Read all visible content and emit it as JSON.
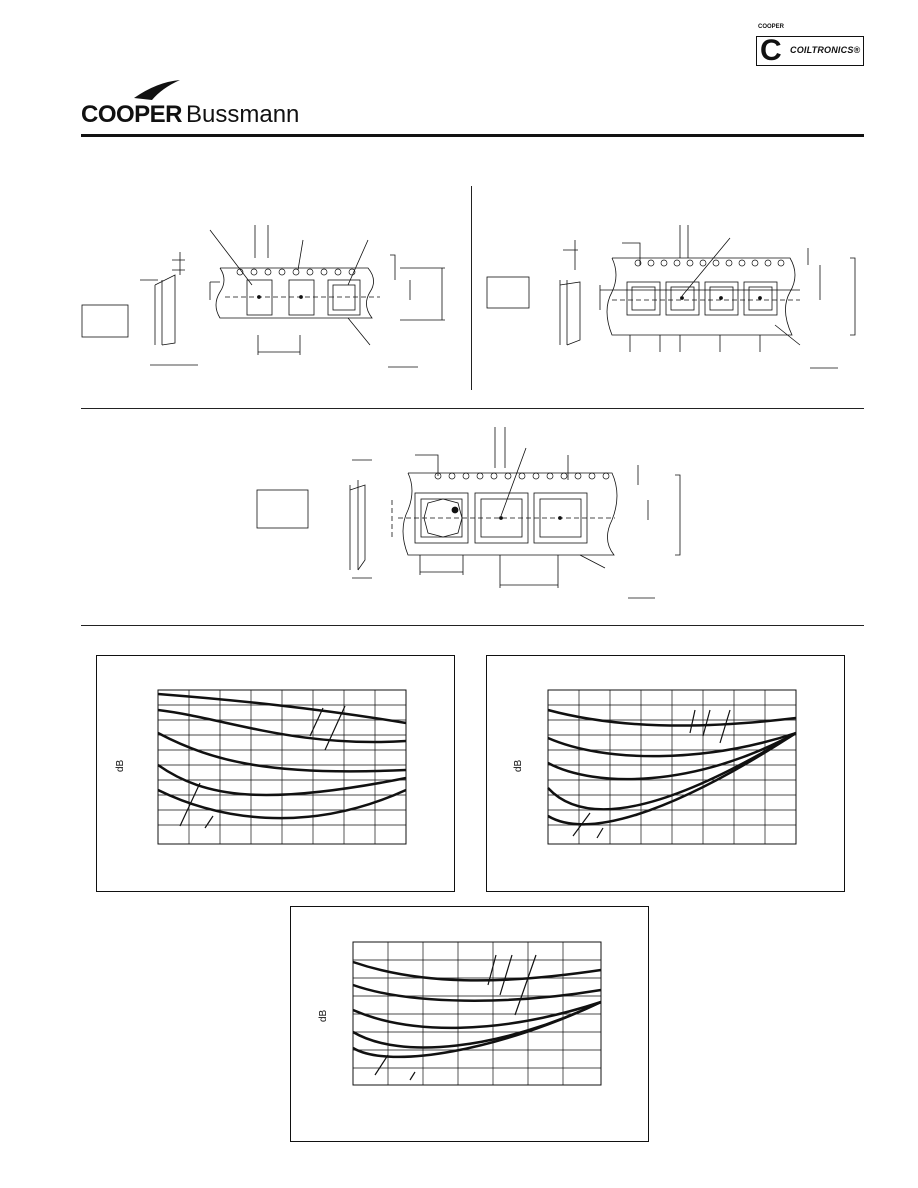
{
  "header": {
    "brand_primary": "COOPER",
    "brand_secondary": "Bussmann",
    "logo_text": "COILTRONICS®",
    "logo_small_text": "COOPER"
  },
  "charts": {
    "ylabel": "dB"
  },
  "colors": {
    "ink": "#111111",
    "background": "#ffffff"
  }
}
